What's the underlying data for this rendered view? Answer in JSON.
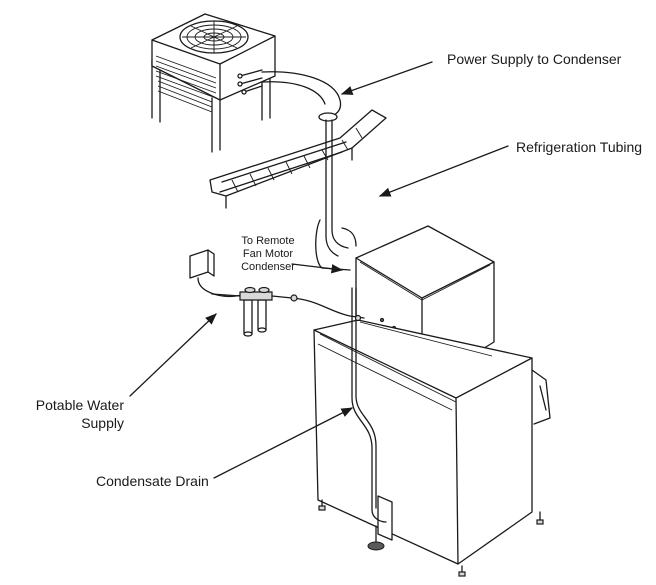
{
  "labels": {
    "power_supply": "Power Supply to Condenser",
    "refrigeration_tubing": "Refrigeration Tubing",
    "remote_fan_line1": "To Remote",
    "remote_fan_line2": "Fan Motor",
    "remote_fan_line3": "Condenser",
    "potable_water_line1": "Potable Water",
    "potable_water_line2": "Supply",
    "condensate_drain": "Condensate Drain"
  }
}
